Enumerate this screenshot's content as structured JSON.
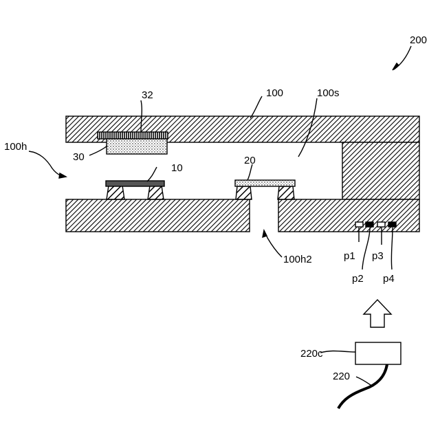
{
  "labels": {
    "device": "200",
    "housing": "100",
    "space": "100s",
    "hole": "100h",
    "inlet": "100h2",
    "element_top": "32",
    "element_top_base": "30",
    "sensor_a": "10",
    "sensor_b": "20",
    "pads": [
      "p1",
      "p2",
      "p3",
      "p4"
    ],
    "connector": "220c",
    "cable": "220"
  }
}
